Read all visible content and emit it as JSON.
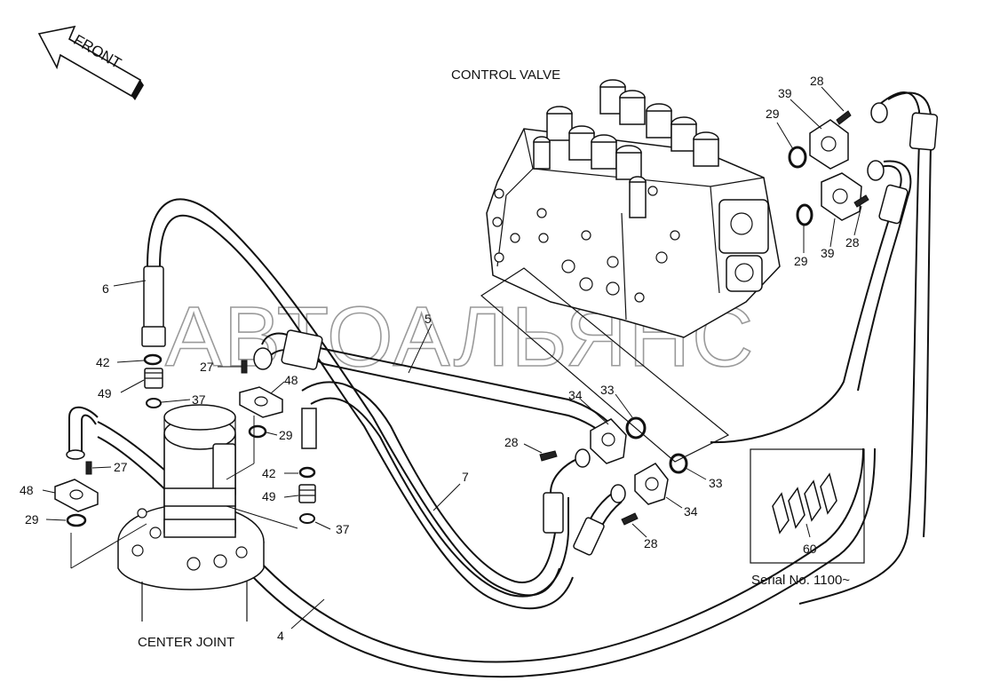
{
  "front_arrow": {
    "label": "FRONT"
  },
  "titles": {
    "control_valve": "CONTROL VALVE",
    "center_joint": "CENTER JOINT",
    "serial": "Serial No. 1100~"
  },
  "watermark": "АВТОАЛЬЯНС",
  "callouts": [
    {
      "id": "c28a",
      "text": "28"
    },
    {
      "id": "c39a",
      "text": "39"
    },
    {
      "id": "c29a",
      "text": "29"
    },
    {
      "id": "c29b",
      "text": "29"
    },
    {
      "id": "c39b",
      "text": "39"
    },
    {
      "id": "c28b",
      "text": "28"
    },
    {
      "id": "c6",
      "text": "6"
    },
    {
      "id": "c5",
      "text": "5"
    },
    {
      "id": "c42a",
      "text": "42"
    },
    {
      "id": "c27a",
      "text": "27"
    },
    {
      "id": "c48a",
      "text": "48"
    },
    {
      "id": "c49a",
      "text": "49"
    },
    {
      "id": "c37a",
      "text": "37"
    },
    {
      "id": "c29c",
      "text": "29"
    },
    {
      "id": "c34a",
      "text": "34"
    },
    {
      "id": "c33a",
      "text": "33"
    },
    {
      "id": "c28c",
      "text": "28"
    },
    {
      "id": "c27b",
      "text": "27"
    },
    {
      "id": "c7",
      "text": "7"
    },
    {
      "id": "c33b",
      "text": "33"
    },
    {
      "id": "c48b",
      "text": "48"
    },
    {
      "id": "c42b",
      "text": "42"
    },
    {
      "id": "c29d",
      "text": "29"
    },
    {
      "id": "c49b",
      "text": "49"
    },
    {
      "id": "c37b",
      "text": "37"
    },
    {
      "id": "c34b",
      "text": "34"
    },
    {
      "id": "c28d",
      "text": "28"
    },
    {
      "id": "c60",
      "text": "60"
    },
    {
      "id": "c4",
      "text": "4"
    }
  ]
}
